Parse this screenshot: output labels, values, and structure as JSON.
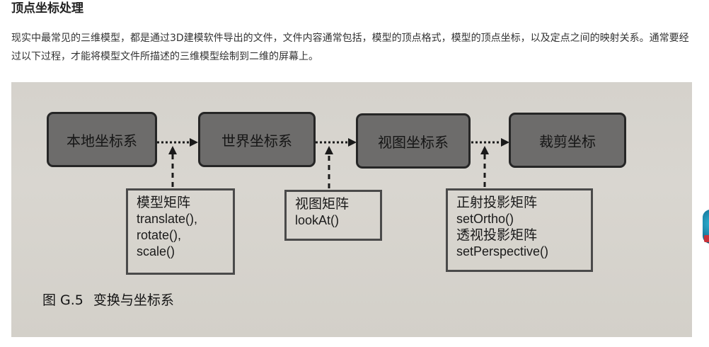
{
  "article": {
    "heading": "顶点坐标处理",
    "paragraph": "现实中最常见的三维模型，都是通过3D建模软件导出的文件，文件内容通常包括，模型的顶点格式，模型的顶点坐标，以及定点之间的映射关系。通常要经过以下过程，才能将模型文件所描述的三维模型绘制到二维的屏幕上。"
  },
  "figure": {
    "stages": [
      {
        "label": "本地坐标系"
      },
      {
        "label": "世界坐标系"
      },
      {
        "label": "视图坐标系"
      },
      {
        "label": "裁剪坐标"
      }
    ],
    "matrices": {
      "model": {
        "title": "模型矩阵",
        "lines": [
          "translate(),",
          "rotate(),",
          "scale()"
        ]
      },
      "view": {
        "title": "视图矩阵",
        "lines": [
          "lookAt()"
        ]
      },
      "projection": {
        "title_ortho": "正射投影矩阵",
        "ortho_fn": "setOrtho()",
        "title_persp": "透视投影矩阵",
        "persp_fn": "setPerspective()"
      }
    },
    "caption": {
      "number": "图 G.5",
      "text": "变换与坐标系"
    },
    "colors": {
      "box_fill": "#6d6c6b",
      "box_border": "#262626",
      "paper": "#d6d3cd"
    }
  }
}
